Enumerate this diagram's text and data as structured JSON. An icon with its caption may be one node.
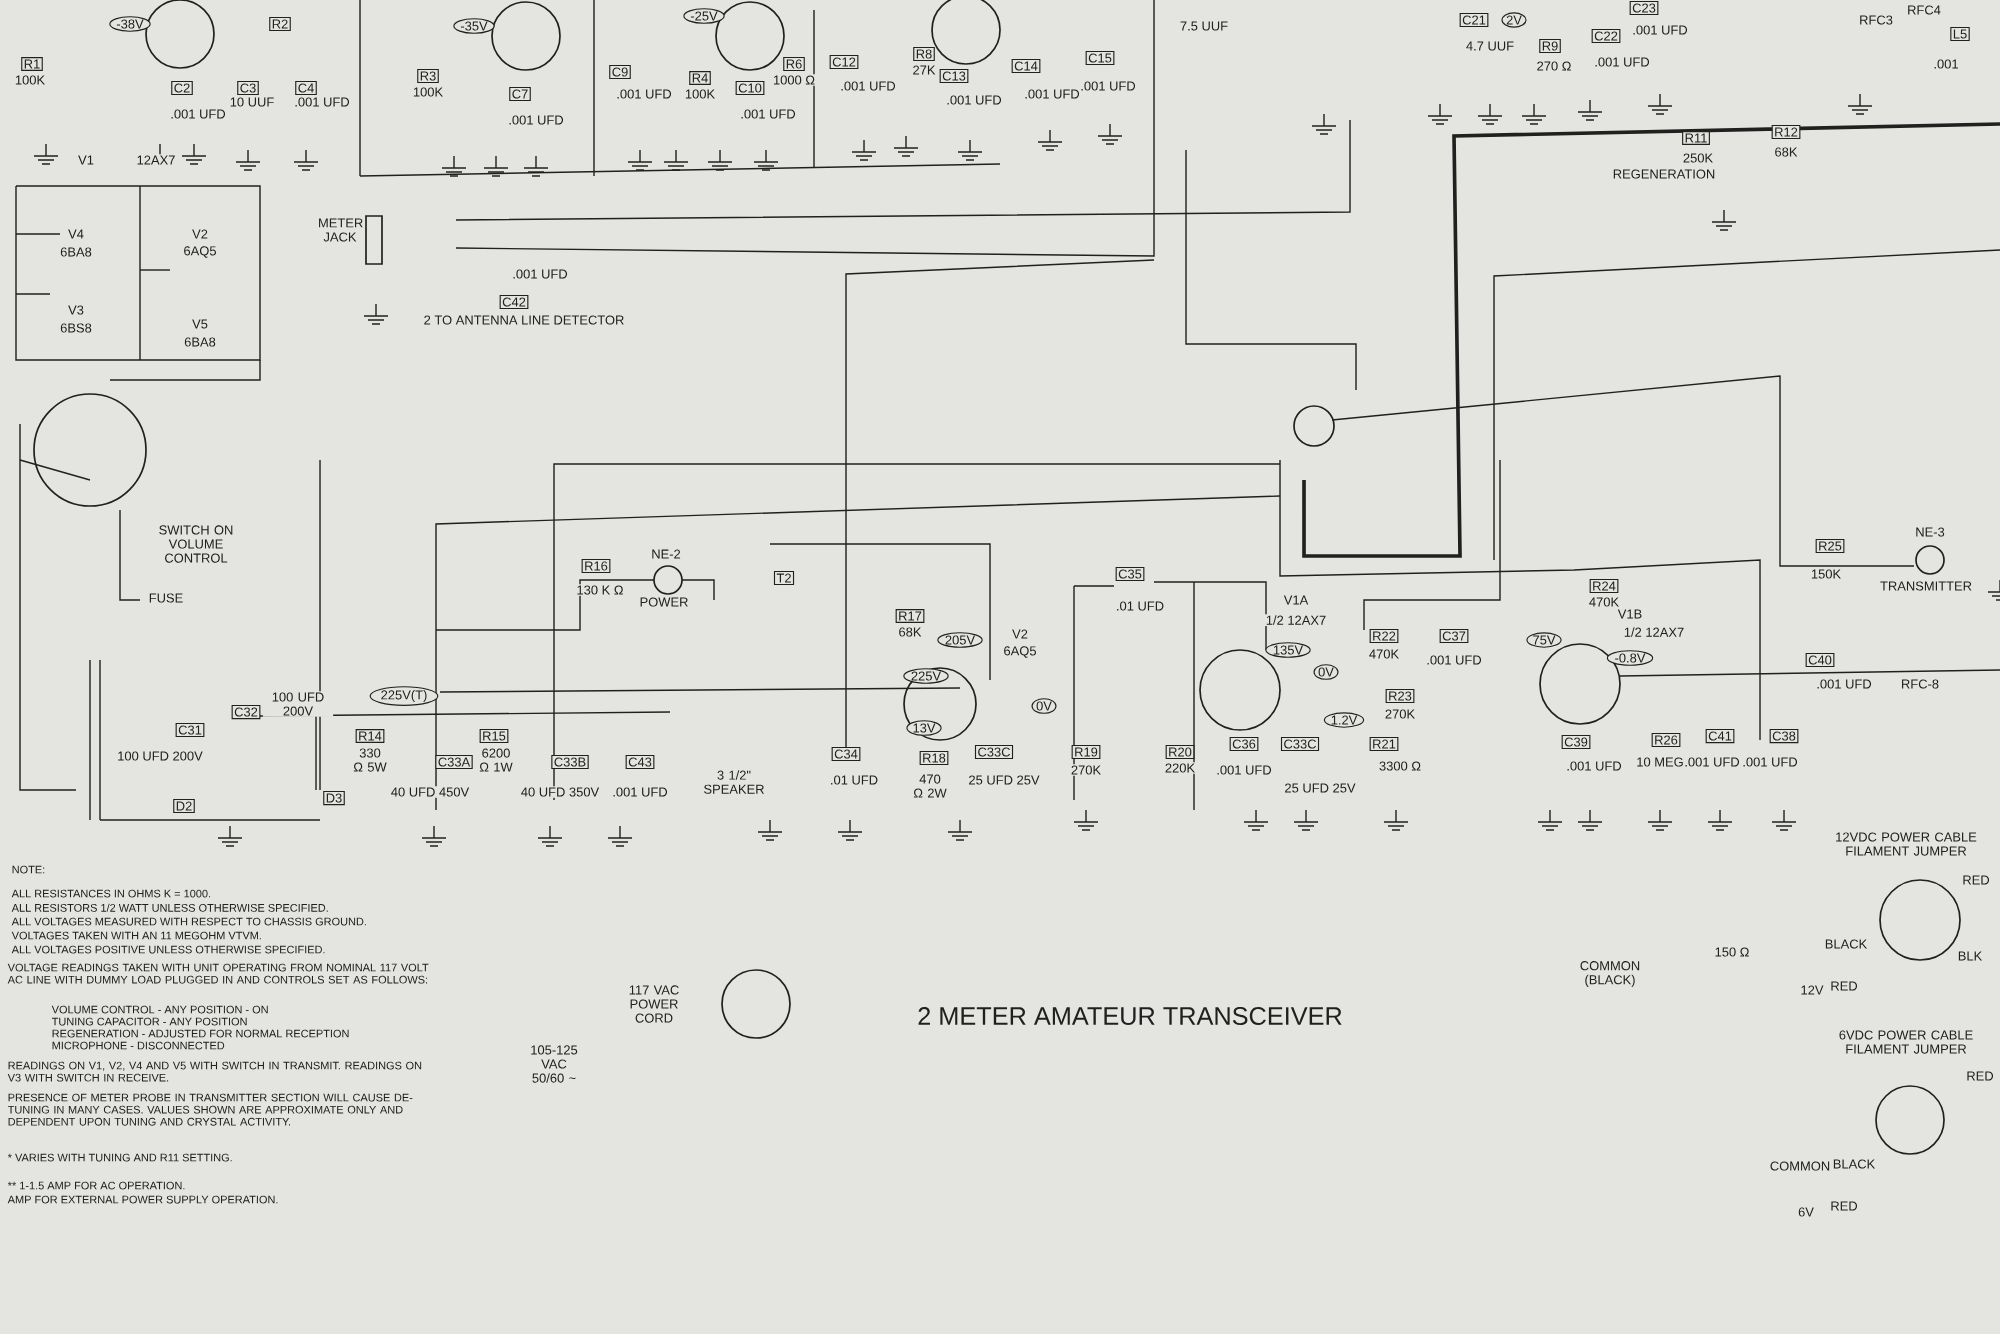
{
  "diagram": {
    "title": "2 METER AMATEUR TRANSCEIVER",
    "labels": [
      "-38V",
      "R1",
      "100K",
      "R2",
      "C2",
      ".001 UFD",
      "C3",
      "10 UUF",
      "C4",
      ".001 UFD",
      "-35V",
      "R3",
      "100K",
      "C7",
      ".001 UFD",
      "C9",
      ".001 UFD",
      "-25V",
      "R4",
      "100K",
      "C10",
      ".001 UFD",
      "R6",
      "1000 Ω",
      "C12",
      ".001 UFD",
      "R8",
      "27K",
      "C13",
      ".001 UFD",
      "C14",
      ".001 UFD",
      "C15",
      ".001 UFD",
      "7.5 UUF",
      "C21",
      "4.7 UUF",
      "2V",
      "R9",
      "270 Ω",
      "C22",
      ".001 UFD",
      "C23",
      ".001 UFD",
      "RFC3",
      "RFC4",
      "L5",
      ".001",
      "R11",
      "250K",
      "REGENERATION",
      "R12",
      "68K",
      "V1",
      "12AX7",
      "V4",
      "6BA8",
      "V2",
      "6AQ5",
      "V3",
      "6BS8",
      "V5",
      "6BA8",
      "METER JACK",
      "C42",
      ".001 UFD",
      "2 TO ANTENNA LINE DETECTOR",
      "SWITCH ON VOLUME CONTROL",
      "FUSE",
      "R16",
      "130 K Ω",
      "NE-2",
      "POWER",
      "T2",
      "R17",
      "68K",
      "205V",
      "225V",
      "225V(T)",
      "C32",
      "100 UFD 200V",
      "C31",
      "100 UFD 200V",
      "D2",
      "D3",
      "R14",
      "330 Ω 5W",
      "R15",
      "6200 Ω 1W",
      "C33A",
      "40 UFD 450V",
      "C33B",
      "40 UFD 350V",
      "C43",
      ".001 UFD",
      "3 1/2\" SPEAKER",
      "C34",
      ".01 UFD",
      "13V",
      "R18",
      "470 Ω 2W",
      "C35",
      ".01 UFD",
      "V2",
      "6AQ5",
      "0V",
      "C33C",
      "25 UFD 25V",
      "R19",
      "270K",
      "R20",
      "220K",
      "V1A",
      "1/2 12AX7",
      "135V",
      "0V",
      "R22",
      "470K",
      "C37",
      ".001 UFD",
      "R23",
      "270K",
      "1.2V",
      "C36",
      ".001 UFD",
      "C33C",
      "25 UFD 25V",
      "R21",
      "3300 Ω",
      "R24",
      "470K",
      "V1B",
      "1/2 12AX7",
      "75V",
      "-0.8V",
      "C39",
      ".001 UFD",
      "R26",
      "10 MEG",
      "C41",
      ".001 UFD",
      "C38",
      ".001 UFD",
      "C40",
      ".001 UFD",
      "RFC-8",
      "R25",
      "150K",
      "NE-3",
      "TRANSMITTER",
      "NOTE:",
      "ALL RESISTANCES IN OHMS K = 1000.",
      "ALL RESISTORS 1/2 WATT UNLESS OTHERWISE SPECIFIED.",
      "ALL VOLTAGES MEASURED WITH RESPECT TO CHASSIS GROUND.",
      "VOLTAGES TAKEN WITH AN 11 MEGOHM VTVM.",
      "ALL VOLTAGES POSITIVE UNLESS OTHERWISE SPECIFIED.",
      "VOLTAGE READINGS TAKEN WITH UNIT OPERATING FROM NOMINAL 117 VOLT AC LINE WITH DUMMY LOAD PLUGGED IN AND CONTROLS SET AS FOLLOWS:",
      "VOLUME CONTROL - ANY POSITION - ON",
      "TUNING CAPACITOR - ANY POSITION",
      "REGENERATION - ADJUSTED FOR NORMAL RECEPTION",
      "MICROPHONE - DISCONNECTED",
      "READINGS ON V1, V2, V4 AND V5 WITH SWITCH IN TRANSMIT. READINGS ON V3 WITH SWITCH IN RECEIVE.",
      "PRESENCE OF METER PROBE IN TRANSMITTER SECTION WILL CAUSE DE-TUNING IN MANY CASES. VALUES SHOWN ARE APPROXIMATE ONLY AND DEPENDENT UPON TUNING AND CRYSTAL ACTIVITY.",
      "* VARIES WITH TUNING AND R11 SETTING.",
      "** 1-1.5 AMP FOR AC OPERATION.",
      "AMP FOR EXTERNAL POWER SUPPLY OPERATION.",
      "117 VAC POWER CORD",
      "105-125 VAC 50/60 ~",
      "12VDC POWER CABLE FILAMENT JUMPER",
      "RED",
      "BLACK",
      "150 Ω",
      "BLK",
      "COMMON (BLACK)",
      "12V",
      "RED",
      "6VDC POWER CABLE FILAMENT JUMPER",
      "RED",
      "COMMON",
      "BLACK",
      "6V",
      "RED"
    ]
  }
}
